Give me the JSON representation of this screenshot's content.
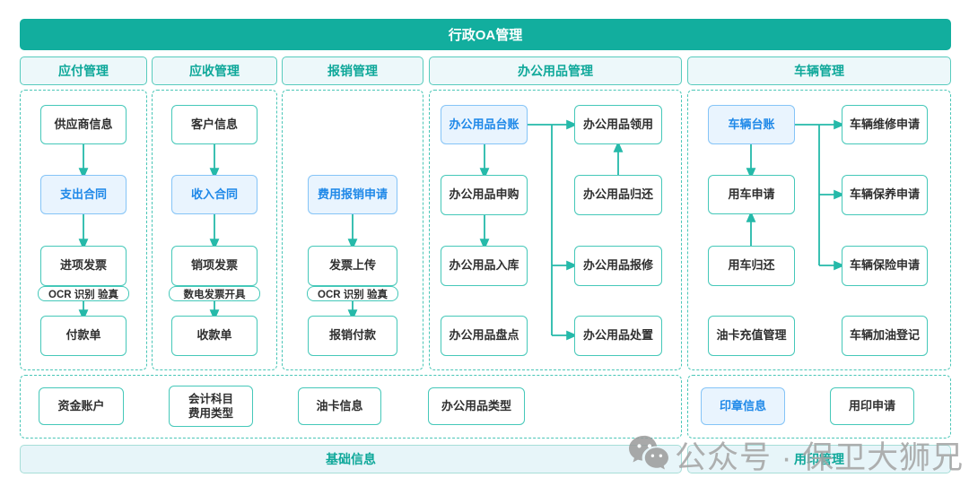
{
  "title": "行政OA管理",
  "colors": {
    "primary_teal": "#12ae9e",
    "teal_text": "#0fa89a",
    "box_border_teal": "#45c8b9",
    "arrow_teal": "#25b9a9",
    "highlight_blue_text": "#1e88e8",
    "highlight_blue_border": "#85c4f7",
    "highlight_blue_bg": "#e9f4fe",
    "header_bg": "#edf8fa",
    "bottom_banner_bg": "#e7f5f9",
    "watermark_gray": "#a3a3a3"
  },
  "columns": [
    {
      "header": "应付管理",
      "nodes": [
        {
          "label": "供应商信息"
        },
        {
          "label": "支出合同",
          "highlighted": true
        },
        {
          "label": "进项发票",
          "tag": "OCR 识别 验真"
        },
        {
          "label": "付款单"
        }
      ]
    },
    {
      "header": "应收管理",
      "nodes": [
        {
          "label": "客户信息"
        },
        {
          "label": "收入合同",
          "highlighted": true
        },
        {
          "label": "销项发票",
          "tag": "数电发票开具"
        },
        {
          "label": "收款单"
        }
      ]
    },
    {
      "header": "报销管理",
      "nodes": [
        {
          "label": "费用报销申请",
          "highlighted": true
        },
        {
          "label": "发票上传",
          "tag": "OCR 识别 验真"
        },
        {
          "label": "报销付款"
        }
      ]
    },
    {
      "header": "办公用品管理",
      "left": [
        {
          "label": "办公用品台账",
          "highlighted": true
        },
        {
          "label": "办公用品申购"
        },
        {
          "label": "办公用品入库"
        },
        {
          "label": "办公用品盘点"
        }
      ],
      "right": [
        {
          "label": "办公用品领用"
        },
        {
          "label": "办公用品归还"
        },
        {
          "label": "办公用品报修"
        },
        {
          "label": "办公用品处置"
        }
      ]
    },
    {
      "header": "车辆管理",
      "left": [
        {
          "label": "车辆台账",
          "highlighted": true
        },
        {
          "label": "用车申请"
        },
        {
          "label": "用车归还"
        },
        {
          "label": "油卡充值管理"
        }
      ],
      "right": [
        {
          "label": "车辆维修申请"
        },
        {
          "label": "车辆保养申请"
        },
        {
          "label": "车辆保险申请"
        },
        {
          "label": "车辆加油登记"
        }
      ]
    }
  ],
  "foundation": {
    "banner": "基础信息",
    "nodes": [
      {
        "lines": [
          "资金账户"
        ]
      },
      {
        "lines": [
          "会计科目",
          "费用类型"
        ]
      },
      {
        "lines": [
          "油卡信息"
        ]
      },
      {
        "lines": [
          "办公用品类型"
        ]
      }
    ]
  },
  "seal": {
    "banner": "用印管理",
    "nodes": [
      {
        "label": "印章信息",
        "highlighted": true
      },
      {
        "label": "用印申请"
      }
    ]
  },
  "watermark": {
    "icon": "wechat-icon",
    "text": "公众号 · 保卫大狮兄"
  }
}
